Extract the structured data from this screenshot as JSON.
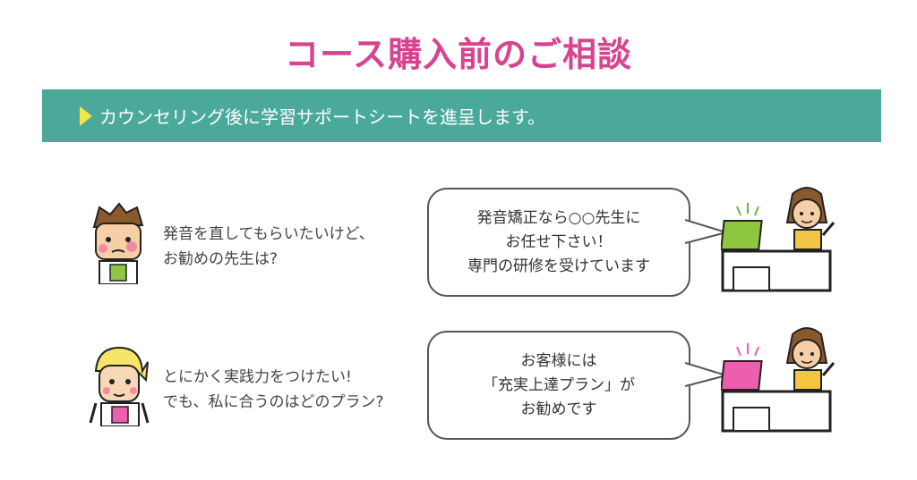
{
  "title": "コース購入前のご相談",
  "banner": {
    "text": "カウンセリング後に学習サポートシートを進呈します。"
  },
  "rows": [
    {
      "question": [
        "発音を直してもらいたいけど、",
        "お勧めの先生は?"
      ],
      "answer": [
        "発音矯正なら○○先生に",
        "お任せ下さい！",
        "専門の研修を受けています"
      ]
    },
    {
      "question": [
        "とにかく実践力をつけたい!",
        "でも、私に合うのはどのプラン?"
      ],
      "answer": [
        "お客様には",
        "「充実上達プラン」が",
        "お勧めです"
      ]
    }
  ],
  "colors": {
    "title": "#d8438f",
    "banner": "#4ba99b",
    "arrow": "#f4e64a",
    "monitor1": "#8dc63f",
    "monitor2": "#ec5fae"
  }
}
